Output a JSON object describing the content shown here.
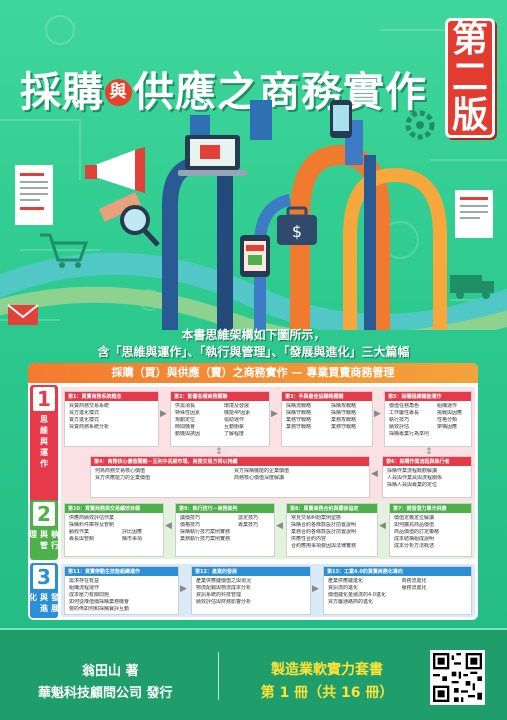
{
  "title": {
    "part1": "採購",
    "connector": "與",
    "part2": "供應之商務實作"
  },
  "edition": {
    "chars": [
      "第",
      "二",
      "版"
    ]
  },
  "intro": {
    "line1": "本書思維架構如下圖所示，",
    "line2": "含「思維與運作」、「執行與管理」、「發展與進化」三大篇幅"
  },
  "illustration": {
    "icons": [
      "megaphone-icon",
      "magnifier-icon",
      "laptop-icon",
      "smartphone-icon",
      "briefcase-dollar-icon",
      "tablet-store-icon",
      "document-icon",
      "truck-icon",
      "cart-icon",
      "gear-icon"
    ]
  },
  "framework": {
    "header": "採購（買）與供應（賣）之商務實作 — 專業買賣商務管理",
    "sections": [
      {
        "num": "1",
        "label": "思維與運作"
      },
      {
        "num": "2",
        "label": "執行與管理"
      },
      {
        "num": "3",
        "label": "發展與進化"
      }
    ],
    "ch1": {
      "title": "第1：買賣商務系統概念",
      "items": [
        "買賣商務交易系統",
        "買方進化模式",
        "賣方進化模式",
        "買賣商務系統分析"
      ]
    },
    "ch2": {
      "title": "第2：影響各種商務關聯",
      "items_a": [
        "供需消長",
        "特殊性因素",
        "規劃定位",
        "時間機會",
        "動機與誘因"
      ],
      "items_b": [
        "環境及發展",
        "機能4P因素",
        "協助運作",
        "互動衝擊",
        "了解程度"
      ]
    },
    "ch3": {
      "title": "第3：手與最佳協職略關鍵",
      "items_a": [
        "採購流戰略",
        "採購守戰略",
        "業務守戰略",
        "業務守戰略"
      ],
      "items_b": [
        "採購攻戰略",
        "採購守戰略",
        "業務攻戰略",
        "業務守戰略"
      ]
    },
    "ch5": {
      "title": "第5：採購組織機能運作",
      "items_a": [
        "價值任務角色",
        "工作屬性專長",
        "執行技巧",
        "績效評估",
        "採購專業行為準則"
      ],
      "items_b": [
        "組織運作",
        "挑戰與因應",
        "性格分類",
        "架構因應"
      ]
    },
    "ch4": {
      "title": "第4：商務核心價值關鍵－互利中長期市場，商務交易方得以持續",
      "items_a": [
        "何為商務交易核心價值",
        "買方供應能力的企業價值"
      ],
      "items_b": [
        "買方採購機能的企業價值",
        "商務核心價值深度解讀"
      ]
    },
    "ch6": {
      "title": "第6：採購作業流程與執行者",
      "items": [
        "採購作業流程概觀解讀",
        "人員與作業員與流程關係",
        "採購人員與專業的定位"
      ]
    },
    "ch10": {
      "title": "第10：買賣商務與交易績效目標",
      "items_a": [
        "供應商績效評估作業",
        "採購料件庫存及管制",
        "顧收作業",
        "專長與管制"
      ],
      "items_b": [
        "評比因應",
        "購市事項"
      ]
    },
    "ch9": {
      "title": "第9：執行技巧－商務談判",
      "items_a": [
        "議價技巧",
        "價格技巧",
        "採購執行技巧案例實務",
        "業務執行技巧案例實務"
      ],
      "items_b": [
        "談定技巧",
        "專業技巧"
      ]
    },
    "ch8": {
      "title": "第8：買賣商務合約與關係協定",
      "items": [
        "常見交易糾紛案例型態",
        "採購合約各條款設計前置說明",
        "業務合約各條款設計前置說明",
        "供應性合約內容",
        "合約應用事項要因與法律實務"
      ]
    },
    "ch7": {
      "title": "第7：開發潛力單元供應",
      "items": [
        "價值定義定位解讀",
        "如何擴充商品價值",
        "商品價值的訂定策略",
        "成本結構組成說明",
        "成本分析方法概述"
      ]
    },
    "ch11": {
      "title": "第11：買賣帶動生技能組織運作",
      "items": [
        "需求存在有益",
        "組織流程運作",
        "成本壓力有關問題",
        "如何從降值價採購業務機會",
        "要的佈如何和採購寶評互動"
      ]
    },
    "ch12": {
      "title": "第12：產業的發展",
      "items": [
        "產業供應鏈價值之與現況",
        "物流配銷與物流成本分析",
        "資訊系統的科技管理",
        "績效評估與財務影響分析"
      ]
    },
    "ch13": {
      "title": "第13：工業4.0的買賣商務化導向",
      "items_a": [
        "產業供應鏈進化",
        "資訊流的進化",
        "價值鏈化金融流的4.0進化",
        "買方屬通路商的進化"
      ],
      "items_b": [
        "商務流進化",
        "服務流進化"
      ]
    }
  },
  "footer": {
    "author": "翁田山 著",
    "publisher": "華魁科技顧問公司 發行",
    "series": "製造業軟實力套書",
    "volume": "第 1 冊（共 16 冊）"
  },
  "colors": {
    "background": "#2cc98e",
    "section1": "#e63a4b",
    "section2": "#4db04a",
    "section3": "#2b8fd6",
    "header": "#f57a30",
    "accent_yellow": "#ffe236"
  }
}
